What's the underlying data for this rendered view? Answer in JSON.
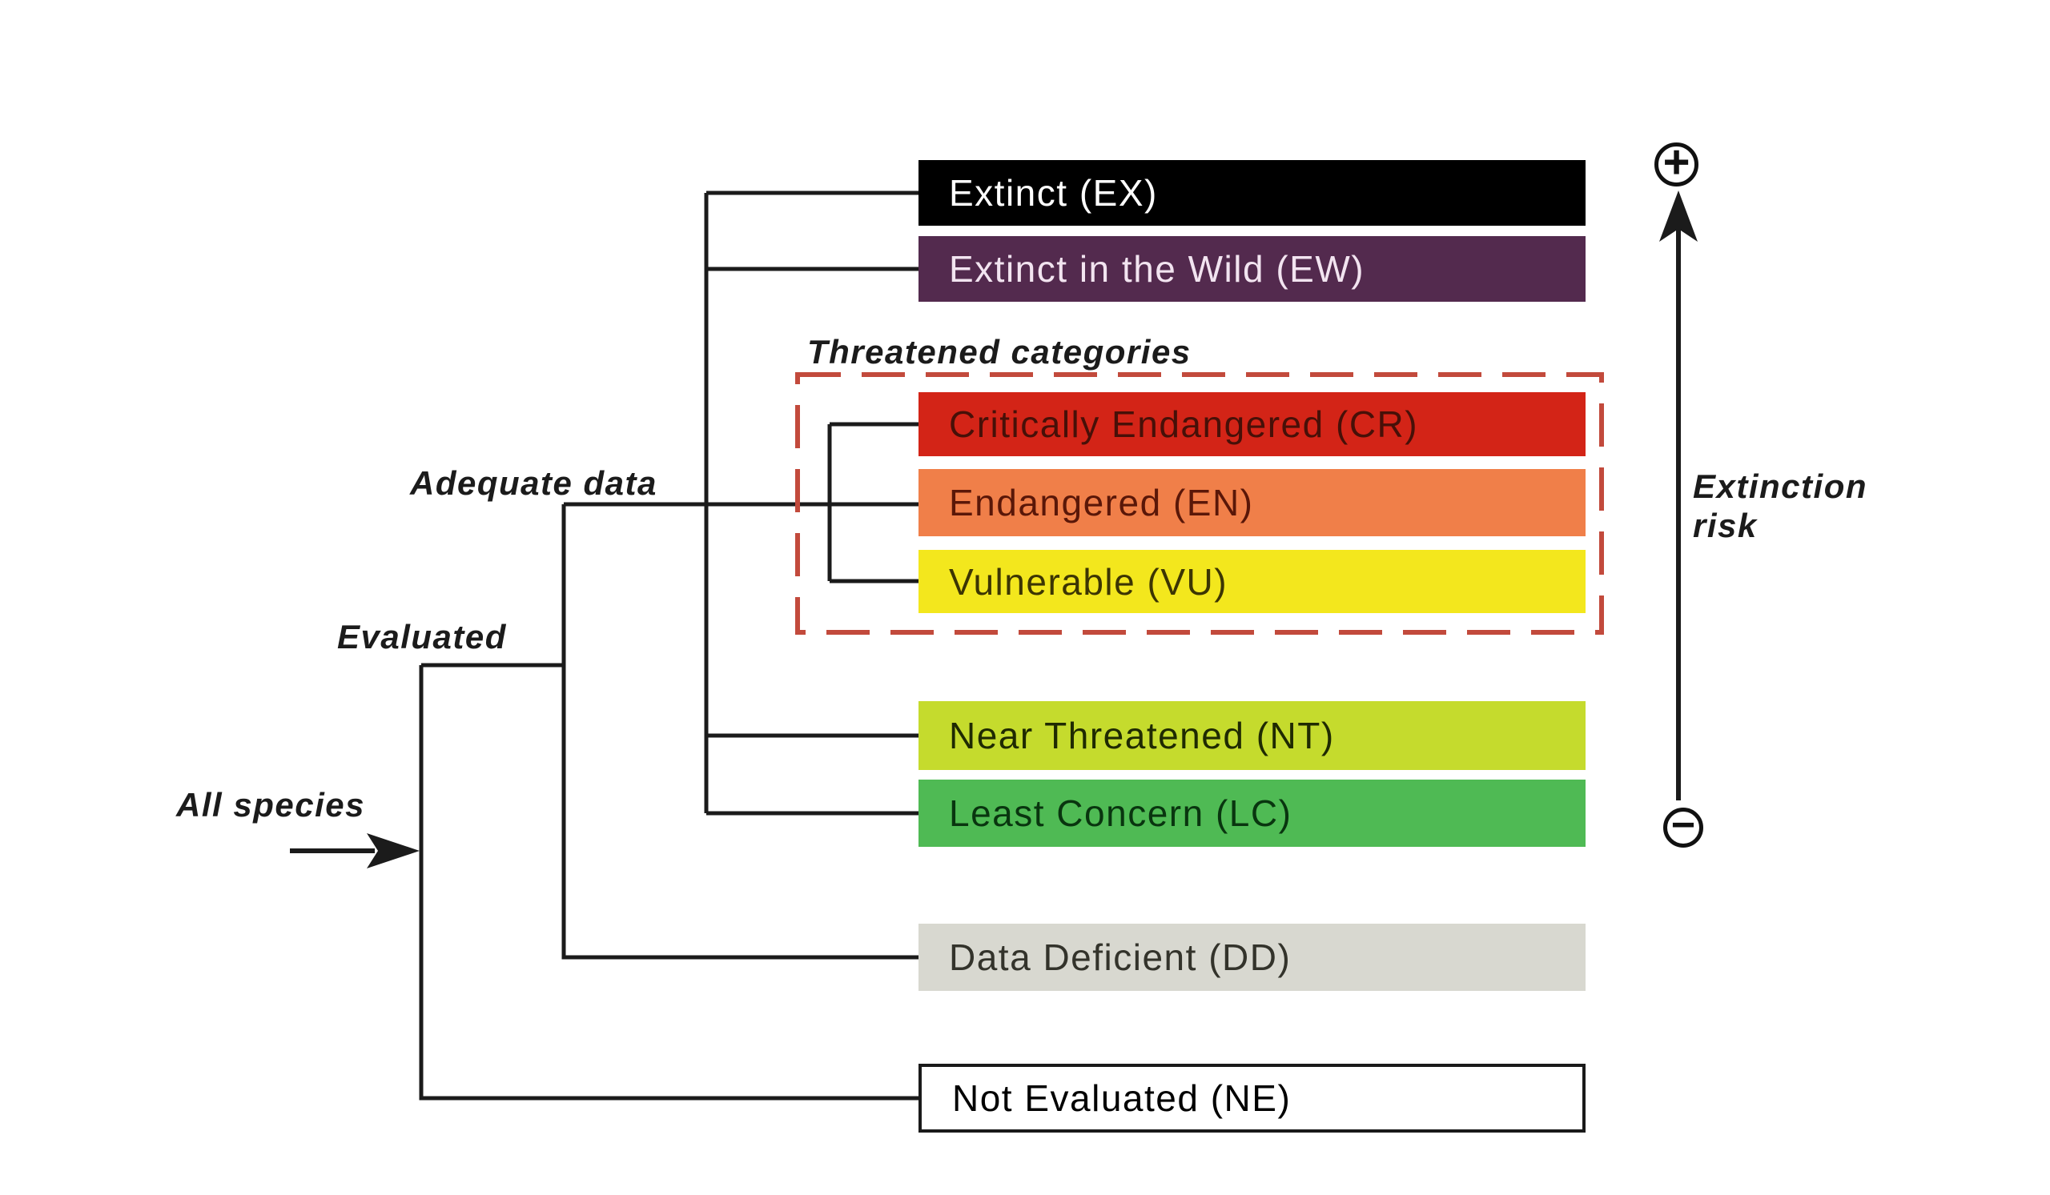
{
  "diagram": {
    "flow_labels": {
      "all_species": "All species",
      "evaluated": "Evaluated",
      "adequate_data": "Adequate data"
    },
    "threatened_group_label": "Threatened categories",
    "categories": [
      {
        "code": "EX",
        "label": "Extinct (EX)",
        "bg": "#000000",
        "text": "#ffffff"
      },
      {
        "code": "EW",
        "label": "Extinct in the Wild (EW)",
        "bg": "#532a4e",
        "text": "#f2e4f0"
      },
      {
        "code": "CR",
        "label": "Critically Endangered (CR)",
        "bg": "#d32417",
        "text": "#471008"
      },
      {
        "code": "EN",
        "label": "Endangered (EN)",
        "bg": "#f07f49",
        "text": "#5a1708"
      },
      {
        "code": "VU",
        "label": "Vulnerable (VU)",
        "bg": "#f3e71d",
        "text": "#3c3503"
      },
      {
        "code": "NT",
        "label": "Near Threatened (NT)",
        "bg": "#c5db2d",
        "text": "#1f2a02"
      },
      {
        "code": "LC",
        "label": "Least Concern (LC)",
        "bg": "#4fba54",
        "text": "#09350f"
      },
      {
        "code": "DD",
        "label": "Data Deficient (DD)",
        "bg": "#d8d8d0",
        "text": "#33332b"
      },
      {
        "code": "NE",
        "label": "Not Evaluated (NE)",
        "bg": "#ffffff",
        "text": "#000000",
        "border": "#1a1a1a"
      }
    ],
    "risk_axis": {
      "plus_symbol": "+",
      "minus_symbol": "−",
      "label_line1": "Extinction",
      "label_line2": "risk"
    }
  },
  "colors": {
    "connector_line": "#1b1b1b",
    "threatened_dashed_border": "#c24a3c",
    "page_background": "#ffffff"
  }
}
